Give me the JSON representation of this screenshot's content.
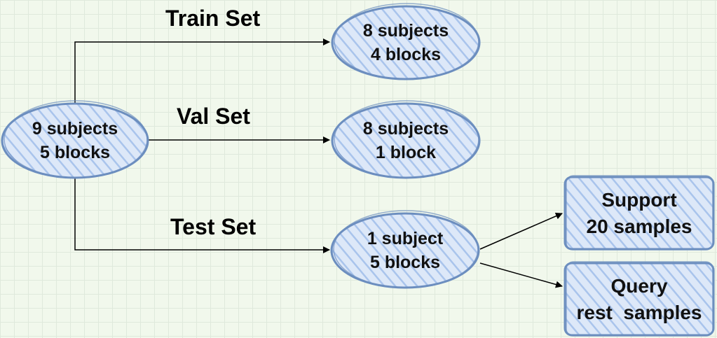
{
  "edges": {
    "train_label": "Train Set",
    "val_label": "Val Set",
    "test_label": "Test Set"
  },
  "nodes": {
    "source": {
      "line1": "9 subjects",
      "line2": "5 blocks"
    },
    "train": {
      "line1": "8 subjects",
      "line2": "4 blocks"
    },
    "val": {
      "line1": "8 subjects",
      "line2": "1 block"
    },
    "test": {
      "line1": "1 subject",
      "line2": "5 blocks"
    },
    "support": {
      "line1": "Support",
      "line2": "20 samples"
    },
    "query": {
      "line1": "Query",
      "line2": "rest  samples"
    }
  },
  "colors": {
    "node_fill": "#d9e6f9",
    "node_stroke": "#6c8ebf",
    "hatch": "#a9c4ec",
    "edge": "#000000"
  }
}
